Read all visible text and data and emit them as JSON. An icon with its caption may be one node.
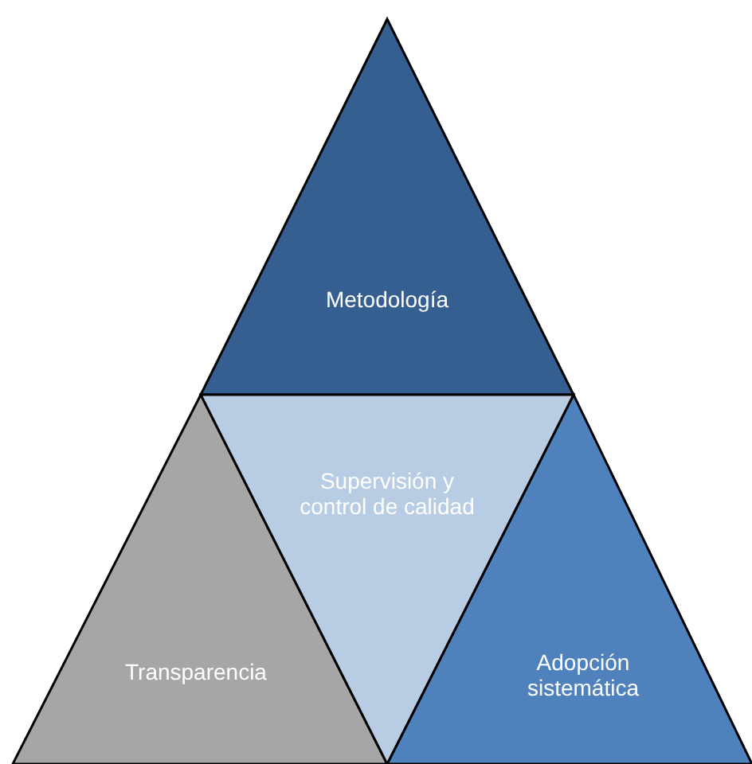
{
  "diagram": {
    "nodes": [
      {
        "text": [
          "Metodología"
        ]
      },
      {
        "text": [
          "Supervisión y control de calidad"
        ]
      },
      {
        "text": [
          "Transparencia"
        ]
      },
      {
        "text": [
          "Adopción sistemática"
        ]
      }
    ]
  }
}
